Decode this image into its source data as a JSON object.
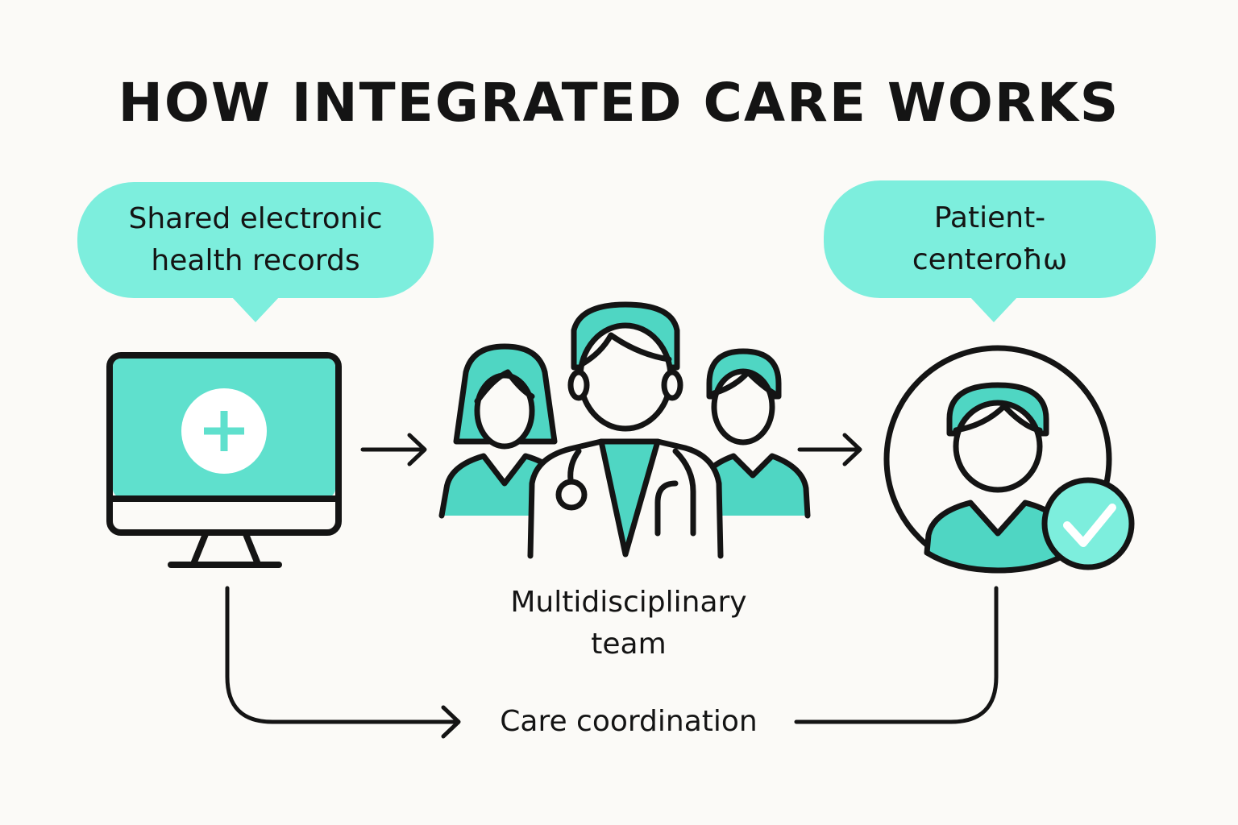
{
  "title": "HOW INTEGRATED CARE WORKS",
  "nodes": {
    "records": {
      "line1": "Shared electronic",
      "line2": "health records",
      "icon": "computer-monitor-plus-icon"
    },
    "team": {
      "line1": "Multidisciplinary",
      "line2": "team",
      "icon": "care-team-people-icon"
    },
    "patient": {
      "line1": "Patient-",
      "line2": "centeroħω",
      "icon": "patient-check-icon"
    }
  },
  "connector": {
    "label": "Care coordination"
  },
  "colors": {
    "accent": "#7deedd",
    "accent_dark": "#4fd6c3",
    "stroke": "#141414",
    "background": "#fbfaf7"
  }
}
